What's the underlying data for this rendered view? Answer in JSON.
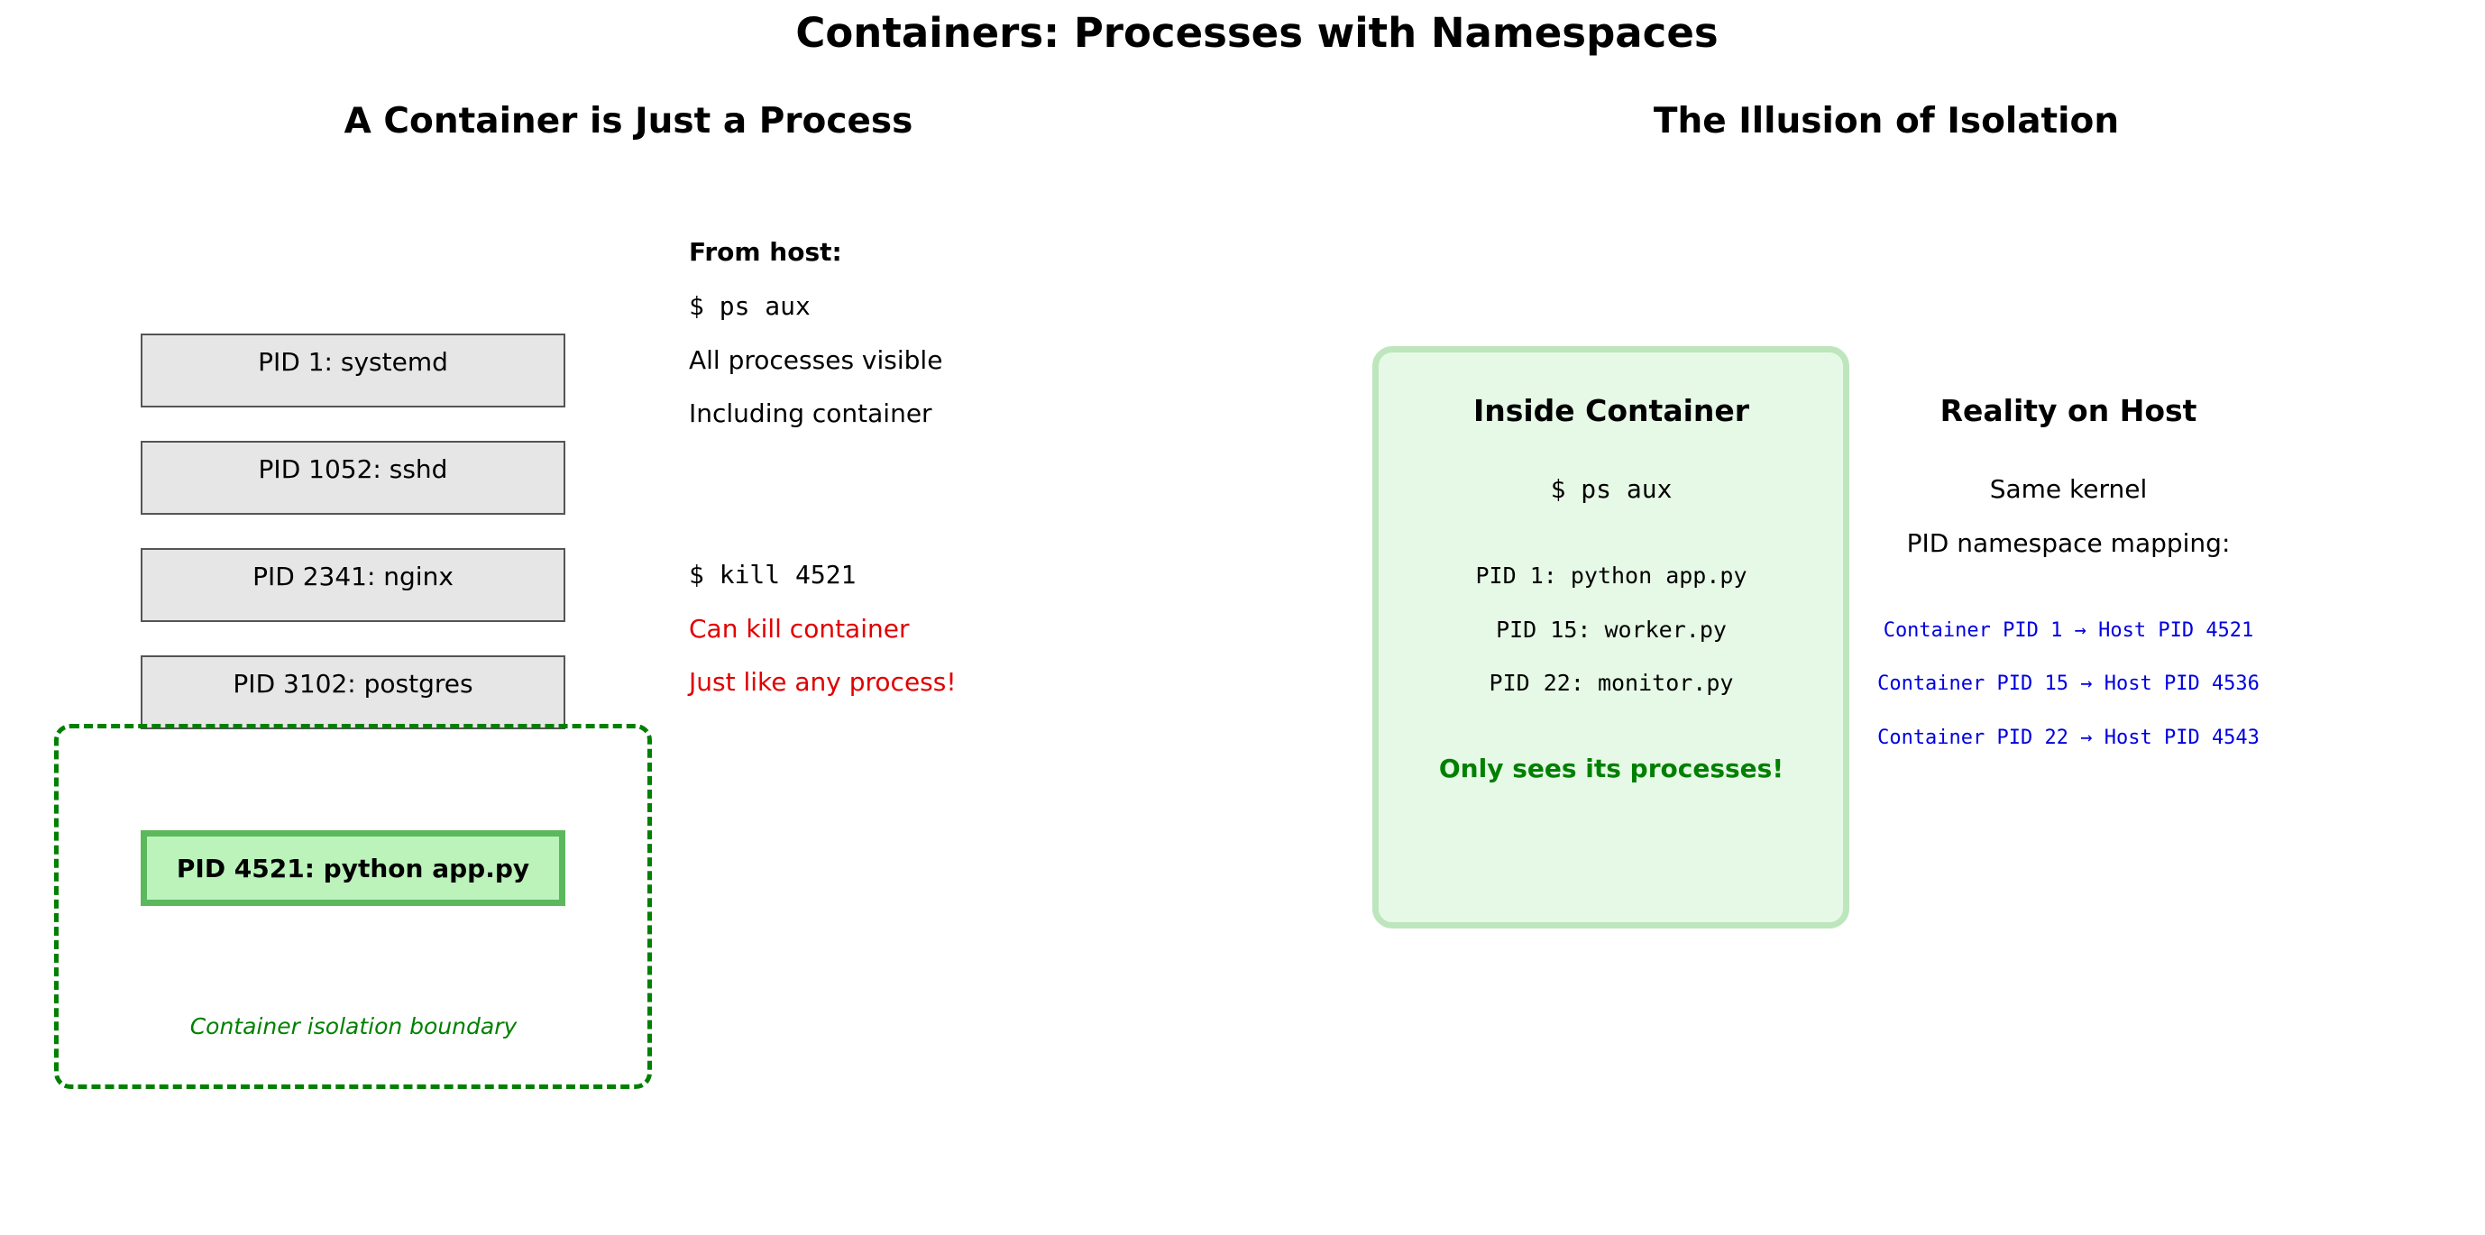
{
  "title": "Containers: Processes with Namespaces",
  "left": {
    "title": "A Container is Just a Process",
    "host_processes": [
      "PID 1: systemd",
      "PID 1052: sshd",
      "PID 2341: nginx",
      "PID 3102: postgres"
    ],
    "container_process": "PID 4521: python app.py",
    "boundary_label": "Container isolation boundary",
    "from_host": {
      "heading": "From host:",
      "command": "$ ps aux",
      "line1": "All processes visible",
      "line2": "Including container"
    },
    "kill": {
      "command": "$ kill 4521",
      "line1": "Can kill container",
      "line2": "Just like any process!"
    }
  },
  "right": {
    "title": "The Illusion of Isolation",
    "inside": {
      "heading": "Inside Container",
      "command": "$ ps aux",
      "processes": [
        "PID 1: python app.py",
        "PID 15: worker.py",
        "PID 22: monitor.py"
      ],
      "note": "Only sees its processes!"
    },
    "reality": {
      "heading": "Reality on Host",
      "line1": "Same kernel",
      "line2": "PID namespace mapping:",
      "mappings": [
        "Container PID 1 → Host PID 4521",
        "Container PID 15 → Host PID 4536",
        "Container PID 22 → Host PID 4543"
      ]
    }
  },
  "colors": {
    "container_fill": "#bbf3bb",
    "container_border": "#5cb85c",
    "boundary": "#008000",
    "warning": "#e00000",
    "mapping": "#0000e0",
    "panel_fill": "#e6f9e6"
  }
}
